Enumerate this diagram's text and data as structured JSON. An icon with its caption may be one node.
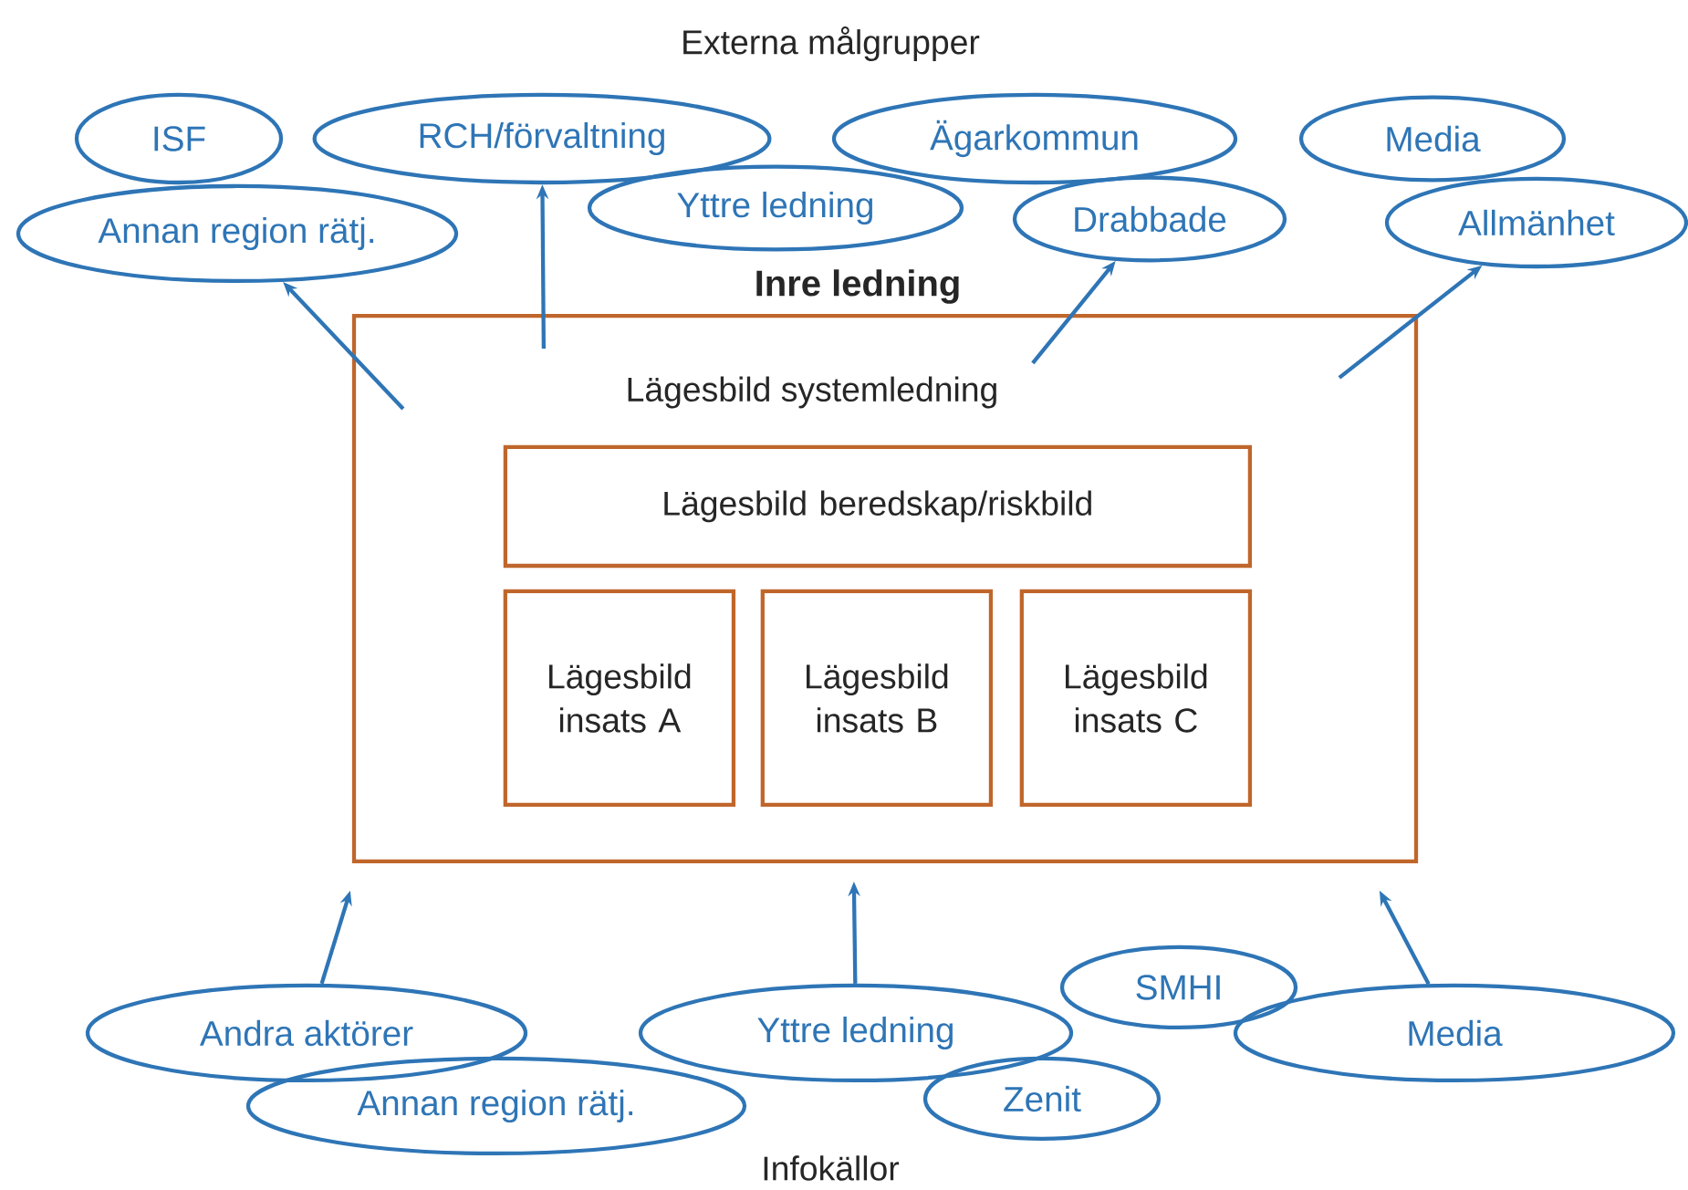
{
  "diagram": {
    "nodes": [
      {
        "text": [
          "ISF"
        ]
      },
      {
        "text": [
          "Annan region rätj."
        ]
      },
      {
        "text": [
          "RCH/förvaltning"
        ]
      },
      {
        "text": [
          "Yttre ledning"
        ]
      },
      {
        "text": [
          "Ägarkommun"
        ]
      },
      {
        "text": [
          "Drabbade"
        ]
      },
      {
        "text": [
          "Media"
        ]
      },
      {
        "text": [
          "Allmänhet"
        ]
      },
      {
        "text": [
          "Inre ledning",
          "Lägesbild systemledning"
        ]
      },
      {
        "text": [
          "Lägesbild beredskap/riskbild"
        ],
        "in": 8
      },
      {
        "text": [
          "Lägesbild insats A"
        ],
        "in": 8
      },
      {
        "text": [
          "Lägesbild insats B"
        ],
        "in": 8
      },
      {
        "text": [
          "Lägesbild insats C"
        ],
        "in": 8
      },
      {
        "text": [
          "Andra aktörer"
        ]
      },
      {
        "text": [
          "Annan region rätj."
        ]
      },
      {
        "text": [
          "Yttre ledning"
        ]
      },
      {
        "text": [
          "SMHI"
        ]
      },
      {
        "text": [
          "Zenit"
        ]
      },
      {
        "text": [
          "Media"
        ]
      }
    ],
    "edges": [
      {
        "from": 8,
        "to": 1,
        "arrow": "to"
      },
      {
        "from": 8,
        "to": 2,
        "arrow": "to"
      },
      {
        "from": 8,
        "to": 5,
        "arrow": "to"
      },
      {
        "from": 8,
        "to": 7,
        "arrow": "to"
      },
      {
        "from": 13,
        "to": 8,
        "arrow": "to"
      },
      {
        "from": 15,
        "to": 8,
        "arrow": "to"
      },
      {
        "from": 18,
        "to": 8,
        "arrow": "to"
      }
    ],
    "labels": [
      "Externa målgrupper",
      "Infokällor"
    ]
  }
}
